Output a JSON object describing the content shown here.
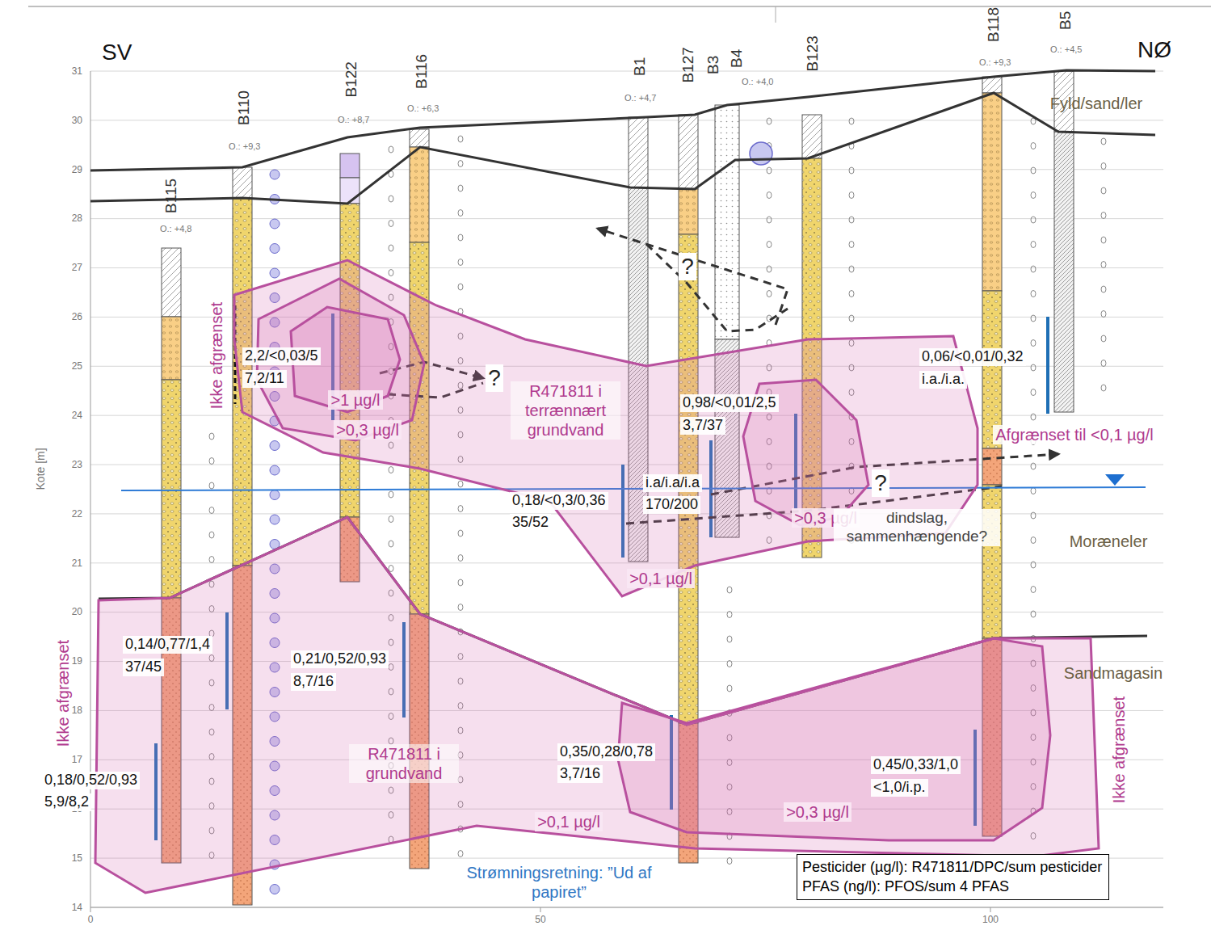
{
  "diagram": {
    "nodes": [
      {
        "text": [
          "R471811 i terrænnært grundvand",
          ">0,1 µg/l"
        ]
      },
      {
        "text": [
          ">0,3 µg/l"
        ],
        "in": 0
      },
      {
        "text": [
          ">1 µg/l"
        ],
        "in": 1
      },
      {
        "text": [
          ">0,3 µg/l"
        ],
        "in": 0
      },
      {
        "text": [
          "R471811 i grundvand",
          ">0,1 µg/l"
        ]
      },
      {
        "text": [
          ">0,3 µg/l"
        ],
        "in": 4
      },
      {
        "text": [
          "Pesticider (µg/l): R471811/DPC/sum pesticider",
          "PFAS (ng/l): PFOS/sum 4 PFAS"
        ]
      }
    ],
    "labels": [
      "SV",
      "NØ",
      "B115",
      "B110",
      "B122",
      "B116",
      "B1",
      "B127",
      "B3",
      "B4",
      "B123",
      "B118",
      "B5",
      "O.: +4,8",
      "O.: +9,3",
      "O.: +8,7",
      "O.: +6,3",
      "O.: +4,7",
      "O.: +4,0",
      "O.: +9,3",
      "O.: +4,5",
      "31",
      "30",
      "29",
      "28",
      "27",
      "26",
      "25",
      "24",
      "23",
      "22",
      "21",
      "20",
      "19",
      "18",
      "17",
      "16",
      "15",
      "14",
      "0",
      "50",
      "100",
      "Kote [m]",
      "Fyld/sand/ler",
      "Moræneler",
      "Sandmagasin",
      "Ikke afgrænset",
      "Ikke afgrænset",
      "Ikke afgrænset",
      "Afgrænset til <0,1 µg/l",
      "Strømningsretning: ”Ud af papiret”",
      "?",
      "?",
      "?",
      "dindslag, sammenhængende?",
      "2,2/<0,03/5",
      "7,2/11",
      "0,98/<0,01/2,5",
      "3,7/37",
      "0,06/<0,01/0,32",
      "i.a./i.a.",
      "0,18/<0,3/0,36",
      "35/52",
      "i.a/i.a/i.a",
      "170/200",
      "0,14/0,77/1,4",
      "37/45",
      "0,21/0,52/0,93",
      "8,7/16",
      "0,35/0,28/0,78",
      "3,7/16",
      "0,45/0,33/1,0",
      "<1,0/i.p.",
      "0,18/0,52/0,93",
      "5,9/8,2"
    ]
  }
}
